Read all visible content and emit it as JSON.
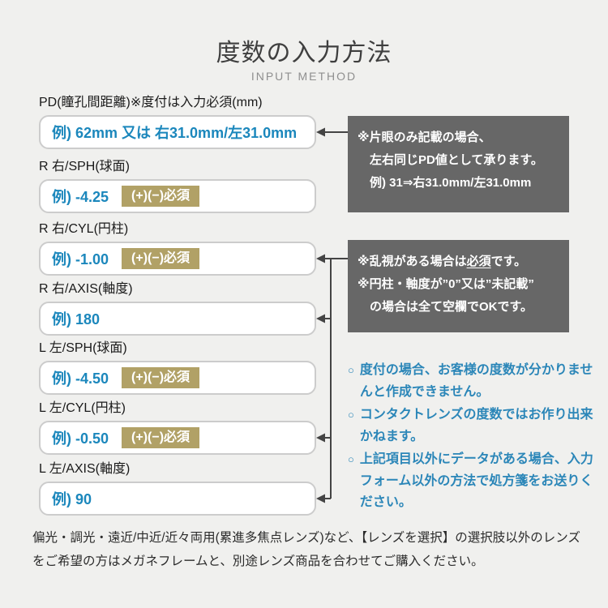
{
  "page": {
    "title": "度数の入力方法",
    "subtitle": "INPUT METHOD",
    "footer": "偏光・調光・遠近/中近/近々両用(累進多焦点レンズ)など、【レンズを選択】の選択肢以外のレンズをご希望の方はメガネフレームと、別途レンズ商品を合わせてご購入ください。"
  },
  "colors": {
    "accent_blue": "#1b87bc",
    "badge_gold": "#b1a166",
    "note_gray": "#676767",
    "background": "#f0f0ee",
    "arrow": "#444444"
  },
  "icons": {
    "bullet": "○",
    "arrow_left": "←"
  },
  "fields": [
    {
      "label": "PD(瞳孔間距離)※度付は入力必須(mm)",
      "example": "例) 62mm 又は 右31.0mm/左31.0mm",
      "badge": ""
    },
    {
      "label": "R 右/SPH(球面)",
      "example": "例) -4.25",
      "badge": "(+)(−)必須"
    },
    {
      "label": "R 右/CYL(円柱)",
      "example": "例) -1.00",
      "badge": "(+)(−)必須"
    },
    {
      "label": "R 右/AXIS(軸度)",
      "example": "例) 180",
      "badge": ""
    },
    {
      "label": "L 左/SPH(球面)",
      "example": "例) -4.50",
      "badge": "(+)(−)必須"
    },
    {
      "label": "L 左/CYL(円柱)",
      "example": "例) -0.50",
      "badge": "(+)(−)必須"
    },
    {
      "label": "L 左/AXIS(軸度)",
      "example": "例) 90",
      "badge": ""
    }
  ],
  "note_pd": {
    "line1": "※片眼のみ記載の場合、",
    "line2": "左右同じPD値として承ります。",
    "line3": "例) 31⇒右31.0mm/左31.0mm"
  },
  "note_cyl": {
    "line1_pre": "※乱視がある場合は",
    "line1_required": "必須",
    "line1_post": "です。",
    "line2": "※円柱・軸度が”0”又は”未記載”",
    "line3": "の場合は全て空欄でOKです。"
  },
  "bullets": [
    {
      "text": "度付の場合、お客様の度数が分かりませんと作成できません。"
    },
    {
      "text": "コンタクトレンズの度数ではお作り出来かねます。"
    },
    {
      "text": "上記項目以外にデータがある場合、入力フォーム以外の方法で処方箋をお送りください。"
    }
  ]
}
